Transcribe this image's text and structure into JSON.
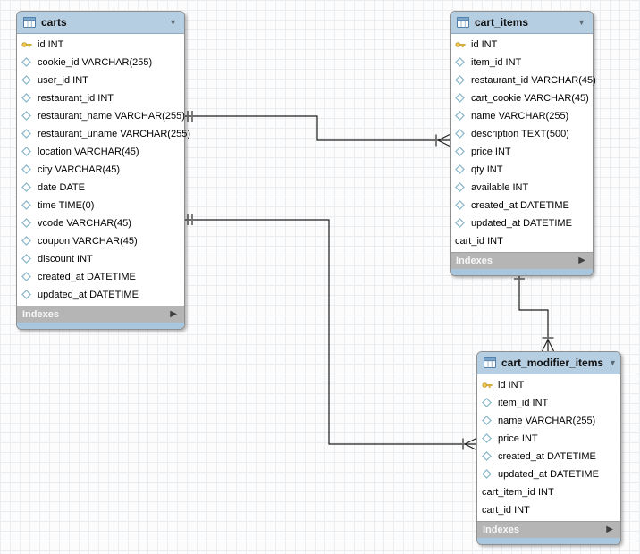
{
  "icons": {
    "collapse": "▼",
    "expand": "▶"
  },
  "colors": {
    "table_header_blue": "#b6cee2",
    "table_bottom_strip_blue": "#a8c6dd",
    "indexes_bar_gray": "#b5b5b5",
    "primary_key_gold": "#f2c64e",
    "column_diamond_blue": "#86b4c7",
    "connector_black": "#1c1c1c",
    "grid_line_gray": "#ebeef0"
  },
  "tables": [
    {
      "title": "carts",
      "footer_label": "Indexes",
      "columns": [
        {
          "name": "id",
          "type": "INT",
          "icon": "key"
        },
        {
          "name": "cookie_id",
          "type": "VARCHAR(255)",
          "icon": "diamond"
        },
        {
          "name": "user_id",
          "type": "INT",
          "icon": "diamond"
        },
        {
          "name": "restaurant_id",
          "type": "INT",
          "icon": "diamond"
        },
        {
          "name": "restaurant_name",
          "type": "VARCHAR(255)",
          "icon": "diamond"
        },
        {
          "name": "restaurant_uname",
          "type": "VARCHAR(255)",
          "icon": "diamond"
        },
        {
          "name": "location",
          "type": "VARCHAR(45)",
          "icon": "diamond"
        },
        {
          "name": "city",
          "type": "VARCHAR(45)",
          "icon": "diamond"
        },
        {
          "name": "date",
          "type": "DATE",
          "icon": "diamond"
        },
        {
          "name": "time",
          "type": "TIME(0)",
          "icon": "diamond"
        },
        {
          "name": "vcode",
          "type": "VARCHAR(45)",
          "icon": "diamond"
        },
        {
          "name": "coupon",
          "type": "VARCHAR(45)",
          "icon": "diamond"
        },
        {
          "name": "discount",
          "type": "INT",
          "icon": "diamond"
        },
        {
          "name": "created_at",
          "type": "DATETIME",
          "icon": "diamond"
        },
        {
          "name": "updated_at",
          "type": "DATETIME",
          "icon": "diamond"
        }
      ]
    },
    {
      "title": "cart_items",
      "footer_label": "Indexes",
      "columns": [
        {
          "name": "id",
          "type": "INT",
          "icon": "key"
        },
        {
          "name": "item_id",
          "type": "INT",
          "icon": "diamond"
        },
        {
          "name": "restaurant_id",
          "type": "VARCHAR(45)",
          "icon": "diamond"
        },
        {
          "name": "cart_cookie",
          "type": "VARCHAR(45)",
          "icon": "diamond"
        },
        {
          "name": "name",
          "type": "VARCHAR(255)",
          "icon": "diamond"
        },
        {
          "name": "description",
          "type": "TEXT(500)",
          "icon": "diamond"
        },
        {
          "name": "price",
          "type": "INT",
          "icon": "diamond"
        },
        {
          "name": "qty",
          "type": "INT",
          "icon": "diamond"
        },
        {
          "name": "available",
          "type": "INT",
          "icon": "diamond"
        },
        {
          "name": "created_at",
          "type": "DATETIME",
          "icon": "diamond"
        },
        {
          "name": "updated_at",
          "type": "DATETIME",
          "icon": "diamond"
        },
        {
          "name": "cart_id",
          "type": "INT",
          "icon": "none"
        }
      ]
    },
    {
      "title": "cart_modifier_items",
      "footer_label": "Indexes",
      "columns": [
        {
          "name": "id",
          "type": "INT",
          "icon": "key"
        },
        {
          "name": "item_id",
          "type": "INT",
          "icon": "diamond"
        },
        {
          "name": "name",
          "type": "VARCHAR(255)",
          "icon": "diamond"
        },
        {
          "name": "price",
          "type": "INT",
          "icon": "diamond"
        },
        {
          "name": "created_at",
          "type": "DATETIME",
          "icon": "diamond"
        },
        {
          "name": "updated_at",
          "type": "DATETIME",
          "icon": "diamond"
        },
        {
          "name": "cart_item_id",
          "type": "INT",
          "icon": "none"
        },
        {
          "name": "cart_id",
          "type": "INT",
          "icon": "none"
        }
      ]
    }
  ],
  "relationships": [
    {
      "from": "carts",
      "to": "cart_items",
      "from_cardinality": "one",
      "to_cardinality": "many"
    },
    {
      "from": "carts",
      "to": "cart_modifier_items",
      "from_cardinality": "one",
      "to_cardinality": "many"
    },
    {
      "from": "cart_items",
      "to": "cart_modifier_items",
      "from_cardinality": "one",
      "to_cardinality": "many"
    }
  ]
}
